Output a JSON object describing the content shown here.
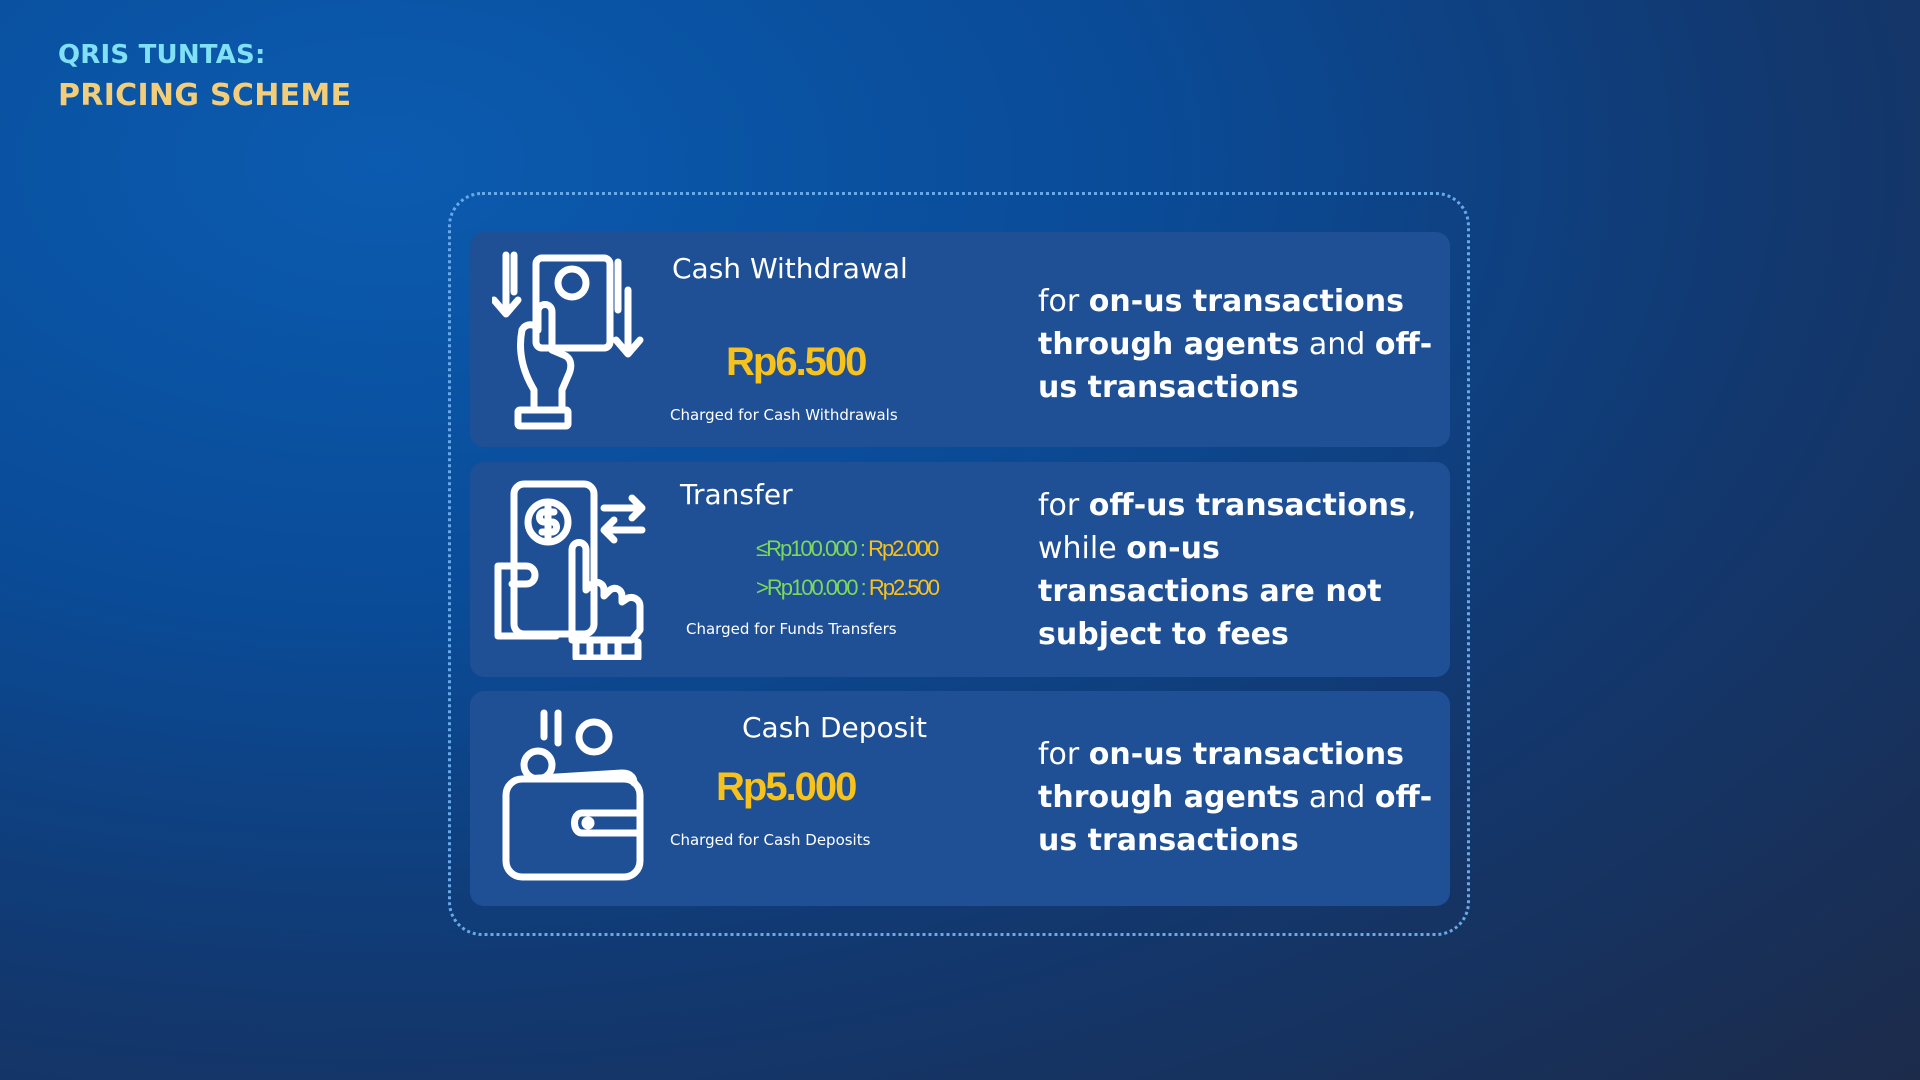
{
  "header": {
    "title": "QRIS TUNTAS:",
    "subtitle": "PRICING SCHEME"
  },
  "cards": [
    {
      "title": "Cash Withdrawal",
      "price": "Rp6.500",
      "note": "Charged for Cash Withdrawals",
      "icon": "cash-withdrawal-icon",
      "desc": [
        "for ",
        "on-us transactions through agents",
        " and ",
        "off-us transactions",
        ""
      ]
    },
    {
      "title": "Transfer",
      "tiers": [
        {
          "label": "≤Rp100.000 : ",
          "amount": "Rp2.000"
        },
        {
          "label": ">Rp100.000 : ",
          "amount": "Rp2.500"
        }
      ],
      "note": "Charged for Funds Transfers",
      "icon": "transfer-phone-icon",
      "desc": [
        "for ",
        "off-us transactions",
        ", while ",
        "on-us transactions are not subject to fees"
      ]
    },
    {
      "title": "Cash Deposit",
      "price": "Rp5.000",
      "note": "Charged for Cash Deposits",
      "icon": "wallet-deposit-icon",
      "desc": [
        "for ",
        "on-us transactions through agents",
        " and ",
        "off-us transactions",
        ""
      ]
    }
  ],
  "colors": {
    "header_title": "#7fe0f6",
    "header_subtitle": "#f2cd7a",
    "price": "#f6c21b",
    "tier_label": "#7cd85a",
    "card_bg": "#1f4f95"
  }
}
